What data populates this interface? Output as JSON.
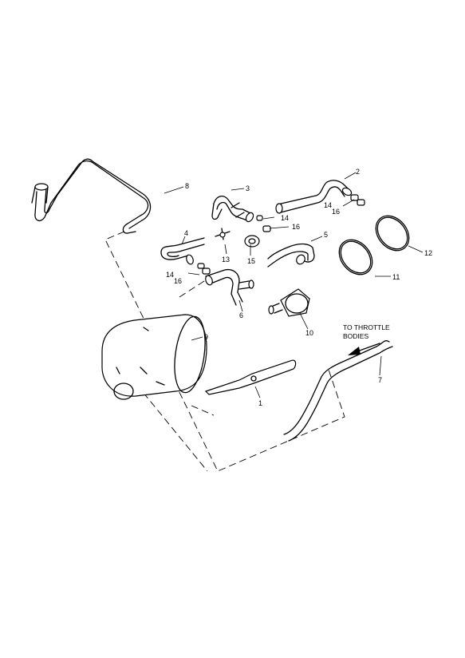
{
  "callouts": [
    {
      "id": "c1",
      "label": "1"
    },
    {
      "id": "c2",
      "label": "2"
    },
    {
      "id": "c3",
      "label": "3"
    },
    {
      "id": "c4",
      "label": "4"
    },
    {
      "id": "c5",
      "label": "5"
    },
    {
      "id": "c6",
      "label": "6"
    },
    {
      "id": "c7",
      "label": "7"
    },
    {
      "id": "c8",
      "label": "8"
    },
    {
      "id": "c9",
      "label": "9"
    },
    {
      "id": "c10",
      "label": "10"
    },
    {
      "id": "c11",
      "label": "11"
    },
    {
      "id": "c12",
      "label": "12"
    },
    {
      "id": "c13",
      "label": "13"
    },
    {
      "id": "c14a",
      "label": "14"
    },
    {
      "id": "c14b",
      "label": "14"
    },
    {
      "id": "c14c",
      "label": "14"
    },
    {
      "id": "c15",
      "label": "15"
    },
    {
      "id": "c16a",
      "label": "16"
    },
    {
      "id": "c16b",
      "label": "16"
    },
    {
      "id": "c16c",
      "label": "16"
    }
  ],
  "note": {
    "line1": "TO THROTTLE",
    "line2": "BODIES"
  }
}
